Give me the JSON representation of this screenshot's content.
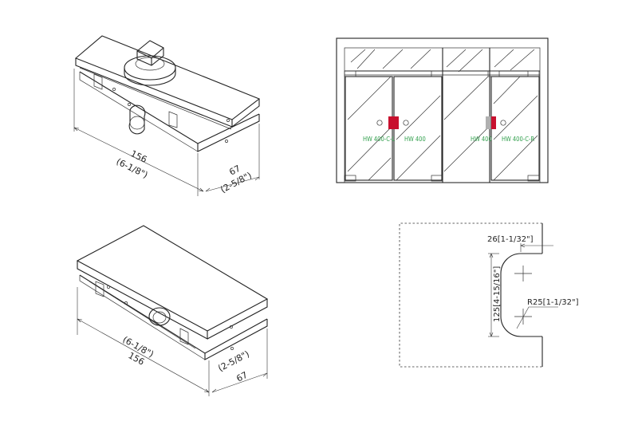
{
  "colors": {
    "line": "#222222",
    "label_green": "#2e9e4a",
    "handle_red": "#c8102e",
    "handle_gray": "#b0b0b0"
  },
  "top_fitting": {
    "length_mm": "156",
    "length_in": "(6-1/8\")",
    "width_mm": "67",
    "width_in": "(2-5/8\")"
  },
  "bottom_fitting": {
    "length_in": "(6-1/8\")",
    "length_mm": "156",
    "width_in": "(2-5/8\")",
    "width_mm": "67"
  },
  "door_elevation": {
    "labels": {
      "left_outer": "HW 400-C-L",
      "left_inner": "HW 400",
      "right_inner": "HW 400",
      "right_outer": "HW 400-C-R"
    }
  },
  "cutout_detail": {
    "width": "26[1-1/32\"]",
    "height": "125[4-15/16\"]",
    "radius": "R25[1-1/32\"]"
  }
}
